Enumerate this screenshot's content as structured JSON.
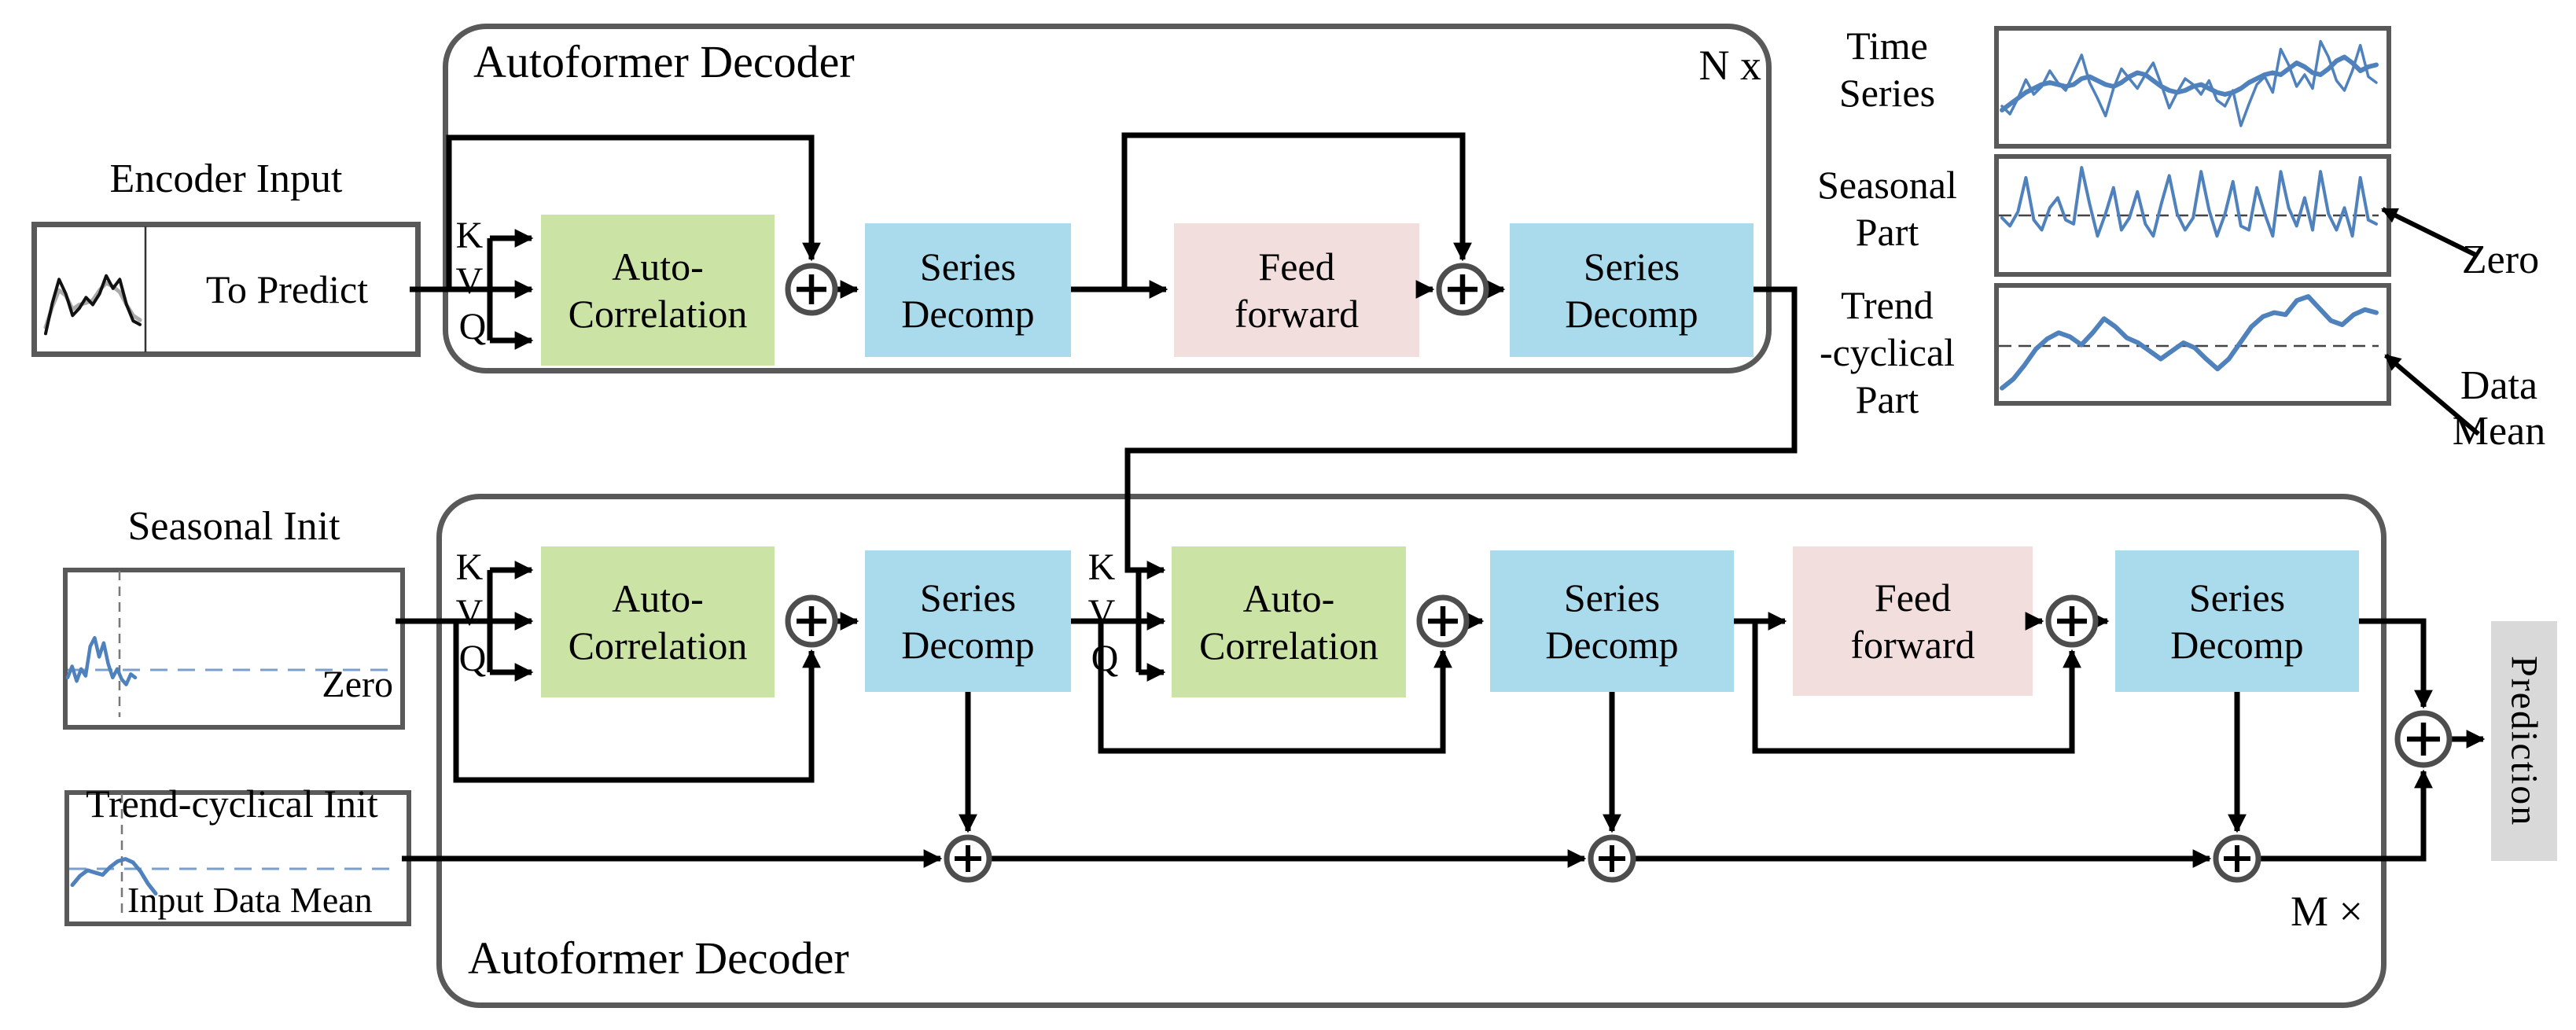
{
  "encoder": {
    "title": "Autoformer Decoder",
    "repeat_label": "N x",
    "input_label": "Encoder Input",
    "input_text": "To Predict"
  },
  "decoder": {
    "title": "Autoformer Decoder",
    "repeat_label": "M ×",
    "seasonal_init_label": "Seasonal Init",
    "seasonal_init_text": "Zero",
    "trend_init_label": "Trend-cyclical Init",
    "trend_init_text": "Input Data Mean",
    "output_label": "Prediction"
  },
  "kvq": {
    "k": "K",
    "v": "V",
    "q": "Q"
  },
  "blocks": {
    "auto_correlation_line1": "Auto-",
    "auto_correlation_line2": "Correlation",
    "series_decomp_line1": "Series",
    "series_decomp_line2": "Decomp",
    "feed_forward_line1": "Feed",
    "feed_forward_line2": "forward"
  },
  "panel": {
    "plots": [
      {
        "label_lines": [
          "Time",
          "Series"
        ]
      },
      {
        "label_lines": [
          "Seasonal",
          "Part"
        ]
      },
      {
        "label_lines": [
          "Trend",
          "-cyclical",
          "Part"
        ]
      }
    ],
    "zero_annotation": "Zero",
    "mean_annotation_lines": [
      "Data",
      "Mean"
    ]
  },
  "colors": {
    "border_gray": "#595959",
    "block_green": "#cbe4a6",
    "block_blue": "#a9dbec",
    "block_pink": "#f2dedd",
    "prediction_gray": "#d9d9d9",
    "series_blue": "#4f81bd",
    "dashed_blue": "#7b9fcc"
  },
  "sparklines": {
    "encoder_input_raw": [
      0.18,
      0.52,
      0.78,
      0.62,
      0.38,
      0.46,
      0.58,
      0.5,
      0.62,
      0.82,
      0.68,
      0.78,
      0.5,
      0.32,
      0.28
    ],
    "encoder_input_smooth": [
      0.25,
      0.48,
      0.66,
      0.6,
      0.45,
      0.5,
      0.52,
      0.55,
      0.66,
      0.74,
      0.7,
      0.64,
      0.5,
      0.38,
      0.33
    ],
    "seasonal_init": [
      0.42,
      0.55,
      0.38,
      0.52,
      0.44,
      0.78,
      0.88,
      0.66,
      0.82,
      0.58,
      0.42,
      0.52,
      0.4,
      0.34,
      0.46,
      0.42
    ],
    "trend_init": [
      0.2,
      0.36,
      0.46,
      0.42,
      0.38,
      0.52,
      0.62,
      0.66,
      0.6,
      0.44,
      0.22,
      0.05
    ],
    "time_series_raw": [
      0.28,
      0.2,
      0.36,
      0.55,
      0.4,
      0.48,
      0.64,
      0.52,
      0.44,
      0.62,
      0.8,
      0.52,
      0.36,
      0.18,
      0.46,
      0.66,
      0.56,
      0.46,
      0.6,
      0.72,
      0.5,
      0.26,
      0.42,
      0.56,
      0.5,
      0.4,
      0.54,
      0.34,
      0.28,
      0.44,
      0.08,
      0.3,
      0.5,
      0.58,
      0.42,
      0.86,
      0.7,
      0.48,
      0.6,
      0.46,
      0.94,
      0.78,
      0.54,
      0.44,
      0.64,
      0.9,
      0.58,
      0.52
    ],
    "time_series_trend": [
      0.24,
      0.3,
      0.36,
      0.42,
      0.46,
      0.5,
      0.52,
      0.5,
      0.48,
      0.5,
      0.56,
      0.58,
      0.54,
      0.5,
      0.48,
      0.52,
      0.58,
      0.62,
      0.6,
      0.54,
      0.48,
      0.44,
      0.42,
      0.44,
      0.48,
      0.5,
      0.46,
      0.42,
      0.4,
      0.42,
      0.46,
      0.52,
      0.56,
      0.6,
      0.62,
      0.6,
      0.66,
      0.72,
      0.68,
      0.62,
      0.6,
      0.66,
      0.74,
      0.78,
      0.72,
      0.64,
      0.68,
      0.7
    ],
    "seasonal_part": [
      0.46,
      0.38,
      0.52,
      0.86,
      0.44,
      0.34,
      0.56,
      0.66,
      0.44,
      0.4,
      0.96,
      0.6,
      0.28,
      0.5,
      0.76,
      0.34,
      0.46,
      0.72,
      0.4,
      0.28,
      0.6,
      0.88,
      0.5,
      0.34,
      0.46,
      0.92,
      0.54,
      0.28,
      0.5,
      0.82,
      0.38,
      0.34,
      0.76,
      0.5,
      0.28,
      0.92,
      0.56,
      0.38,
      0.66,
      0.34,
      0.92,
      0.5,
      0.34,
      0.56,
      0.28,
      0.86,
      0.44,
      0.4
    ],
    "trend_part": [
      0.05,
      0.14,
      0.28,
      0.44,
      0.54,
      0.6,
      0.56,
      0.48,
      0.6,
      0.74,
      0.66,
      0.55,
      0.5,
      0.42,
      0.34,
      0.42,
      0.5,
      0.45,
      0.34,
      0.24,
      0.34,
      0.5,
      0.66,
      0.76,
      0.8,
      0.78,
      0.92,
      0.96,
      0.84,
      0.72,
      0.68,
      0.78,
      0.83,
      0.8
    ]
  }
}
